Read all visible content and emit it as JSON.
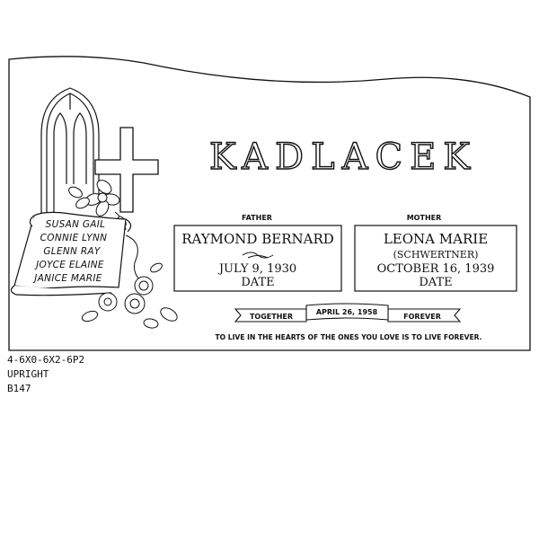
{
  "surname": "KADLACEK",
  "children": [
    "SUSAN GAIL",
    "CONNIE LYNN",
    "GLENN RAY",
    "JOYCE ELAINE",
    "JANICE MARIE"
  ],
  "father": {
    "heading": "FATHER",
    "name": "RAYMOND BERNARD",
    "birth_date": "JULY 9, 1930",
    "death_date": "DATE"
  },
  "mother": {
    "heading": "MOTHER",
    "name": "LEONA MARIE",
    "maiden_name": "(SCHWERTNER)",
    "birth_date": "OCTOBER 16, 1939",
    "death_date": "DATE"
  },
  "banner": {
    "left": "TOGETHER",
    "date": "APRIL 26, 1958",
    "right": "FOREVER"
  },
  "epitaph": "TO LIVE IN THE HEARTS OF THE ONES YOU LOVE IS TO LIVE FOREVER.",
  "spec": {
    "size": "4-6X0-6X2-6P2",
    "style": "UPRIGHT",
    "code": "B147"
  },
  "colors": {
    "line": "#111111",
    "background": "#ffffff"
  }
}
